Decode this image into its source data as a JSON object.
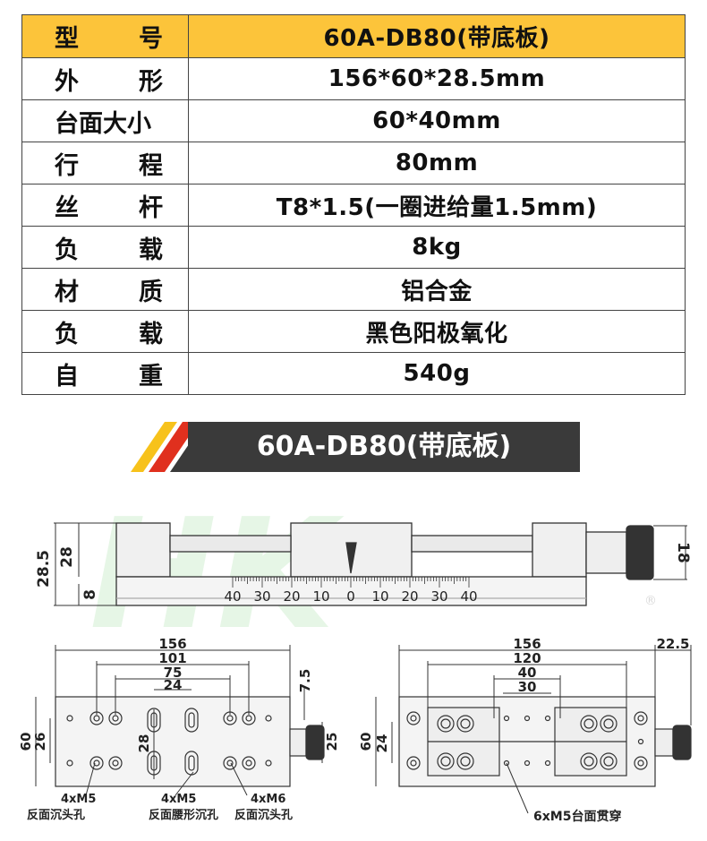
{
  "spec_table": {
    "header": {
      "label": "型号",
      "value": "60A-DB80(带底板)"
    },
    "rows": [
      {
        "label": "外形",
        "value": "156*60*28.5mm"
      },
      {
        "label": "台面大小",
        "value": "60*40mm"
      },
      {
        "label": "行程",
        "value": "80mm"
      },
      {
        "label": "丝杆",
        "value": "T8*1.5(一圈进给量1.5mm)"
      },
      {
        "label": "负载",
        "value": "8kg"
      },
      {
        "label": "材质",
        "value": "铝合金"
      },
      {
        "label": "负载",
        "value": "黑色阳极氧化"
      },
      {
        "label": "自重",
        "value": "540g"
      }
    ]
  },
  "banner": {
    "title": "60A-DB80(带底板)",
    "stripe_colors": [
      "#f7c21b",
      "#e0301e"
    ]
  },
  "side_view": {
    "dims": {
      "total_height": "28.5",
      "body_height": "28",
      "base_height": "8",
      "knob_dia": "18"
    },
    "scale_labels": [
      "40",
      "30",
      "20",
      "10",
      "0",
      "10",
      "20",
      "30",
      "40"
    ]
  },
  "bottom_view": {
    "dims": {
      "length": "156",
      "d101": "101",
      "d75": "75",
      "d24": "24",
      "d7_5": "7.5",
      "width": "60",
      "d26": "26",
      "d28": "28",
      "d25": "25"
    },
    "callouts": [
      {
        "line1": "4xM5",
        "line2": "反面沉头孔"
      },
      {
        "line1": "4xM5",
        "line2": "反面腰形沉孔"
      },
      {
        "line1": "4xM6",
        "line2": "反面沉头孔"
      }
    ]
  },
  "top_view": {
    "dims": {
      "length": "156",
      "d120": "120",
      "d40": "40",
      "d30": "30",
      "d22_5": "22.5",
      "width": "60",
      "d24": "24"
    },
    "callout": "6xM5台面贯穿"
  },
  "watermark": "HK",
  "colors": {
    "header_bg": "#fcc43a",
    "banner_bg": "#3a3a3a",
    "watermark": "#cfeccf"
  }
}
